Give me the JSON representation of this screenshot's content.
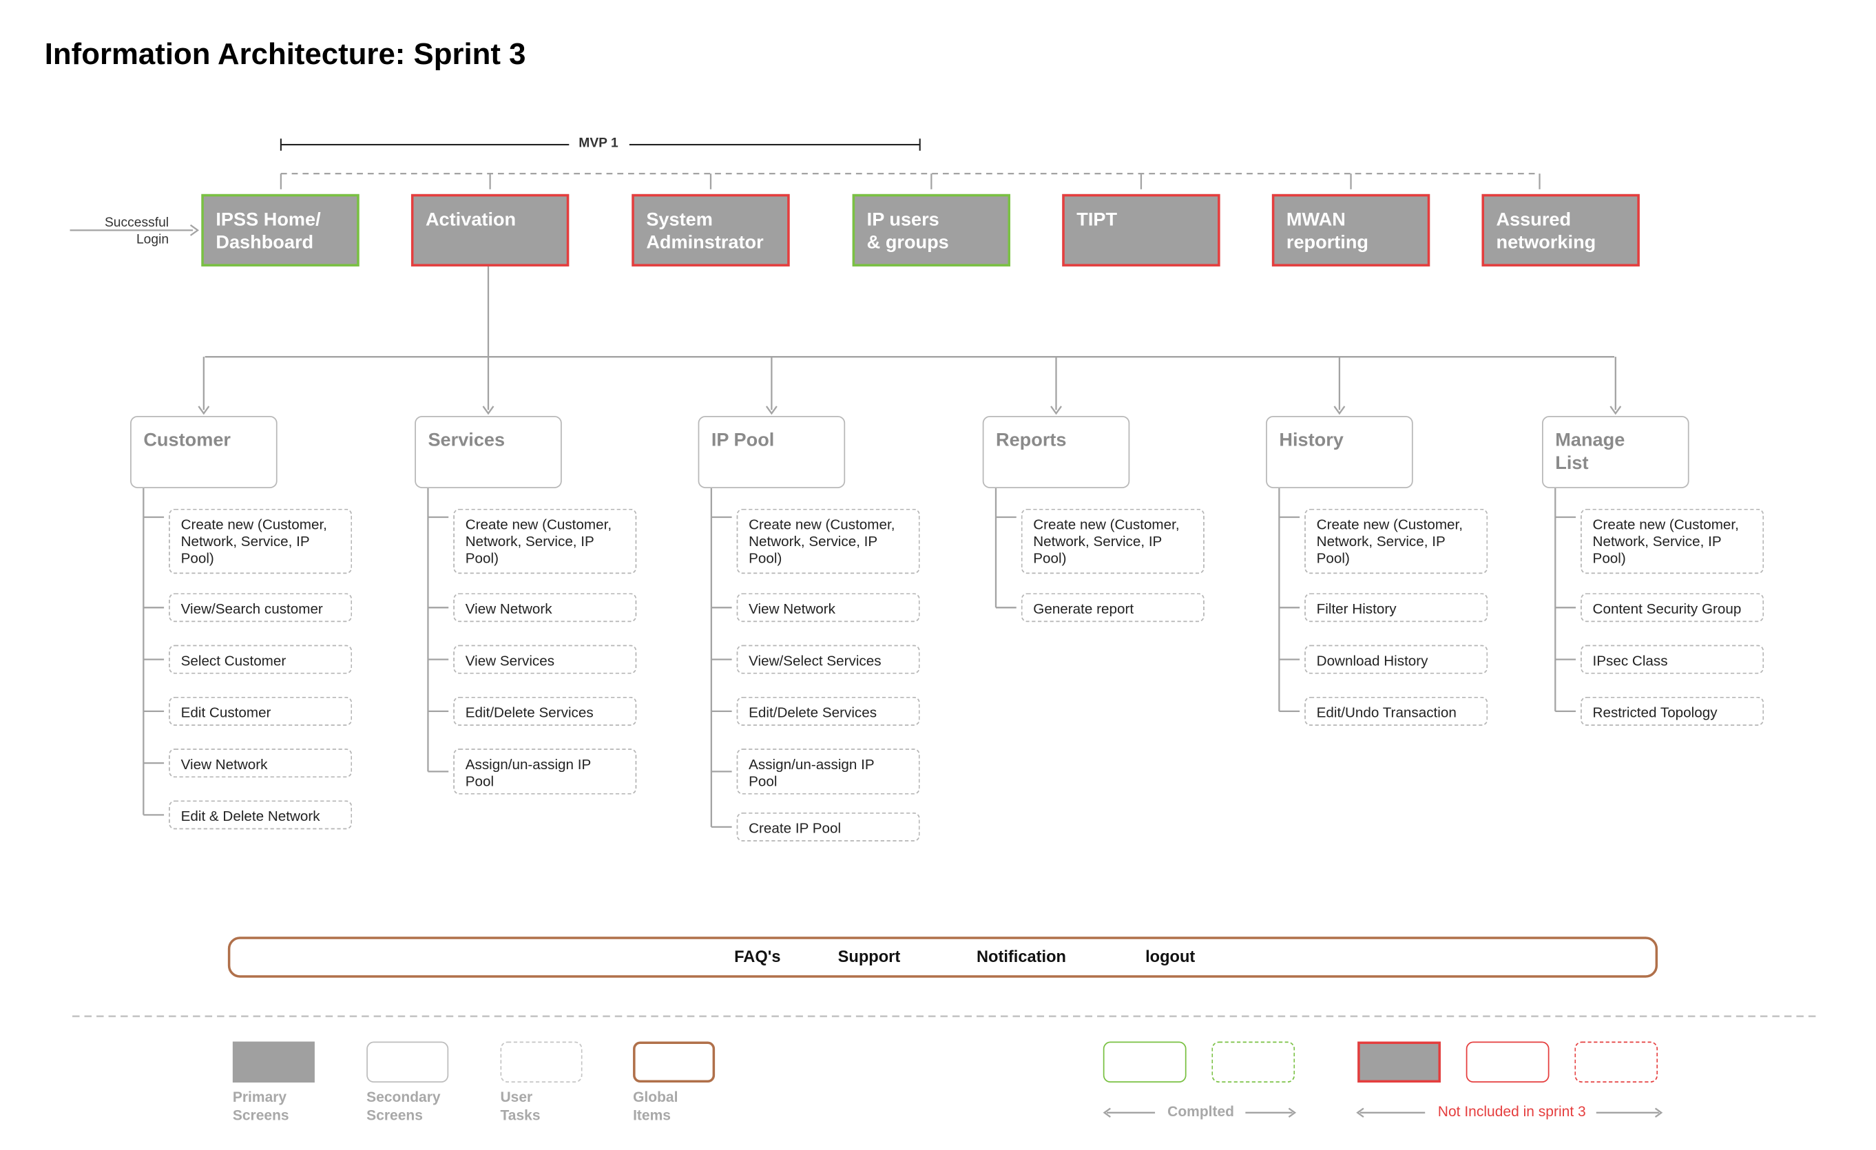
{
  "title": "Information Architecture: Sprint 3",
  "mvp_label": "MVP 1",
  "entry_label": "Successful\nLogin",
  "primary_screens": [
    {
      "label": "IPSS Home/\nDashboard",
      "status": "completed"
    },
    {
      "label": "Activation",
      "status": "not-included"
    },
    {
      "label": "System\nAdminstrator",
      "status": "not-included"
    },
    {
      "label": "IP users\n& groups",
      "status": "completed"
    },
    {
      "label": "TIPT",
      "status": "not-included"
    },
    {
      "label": "MWAN\nreporting",
      "status": "not-included"
    },
    {
      "label": "Assured\nnetworking",
      "status": "not-included"
    }
  ],
  "secondary_screens": [
    {
      "label": "Customer",
      "tasks": [
        "Create new (Customer,\nNetwork, Service, IP\nPool)",
        "View/Search customer",
        "Select Customer",
        "Edit Customer",
        "View Network",
        "Edit & Delete Network"
      ]
    },
    {
      "label": "Services",
      "tasks": [
        "Create new (Customer,\nNetwork, Service, IP\nPool)",
        "View Network",
        "View Services",
        "Edit/Delete Services",
        "Assign/un-assign IP\nPool"
      ]
    },
    {
      "label": "IP Pool",
      "tasks": [
        "Create new (Customer,\nNetwork, Service, IP\nPool)",
        "View Network",
        "View/Select Services",
        "Edit/Delete Services",
        "Assign/un-assign IP\nPool",
        "Create IP Pool"
      ]
    },
    {
      "label": "Reports",
      "tasks": [
        "Create new (Customer,\nNetwork, Service, IP\nPool)",
        "Generate report"
      ]
    },
    {
      "label": "History",
      "tasks": [
        "Create new (Customer,\nNetwork, Service, IP\nPool)",
        "Filter History",
        "Download History",
        "Edit/Undo Transaction"
      ]
    },
    {
      "label": "Manage\nList",
      "tasks": [
        "Create new (Customer,\nNetwork, Service, IP\nPool)",
        "Content Security Group",
        "IPsec Class",
        "Restricted Topology"
      ]
    }
  ],
  "global_items": [
    "FAQ's",
    "Support",
    "Notification",
    "logout"
  ],
  "legend": {
    "types": [
      {
        "name": "primary",
        "label": "Primary\nScreens"
      },
      {
        "name": "secondary",
        "label": "Secondary\nScreens"
      },
      {
        "name": "user-task",
        "label": "User\nTasks"
      },
      {
        "name": "global",
        "label": "Global\nItems"
      }
    ],
    "completed_caption": "Complted",
    "not_included_caption": "Not Included in sprint 3"
  },
  "colors": {
    "primary_fill": "#a0a0a0",
    "completed": "#7ac143",
    "not_included": "#e53e3e",
    "global_border": "#b0704a",
    "connector": "#a3a3a3"
  }
}
